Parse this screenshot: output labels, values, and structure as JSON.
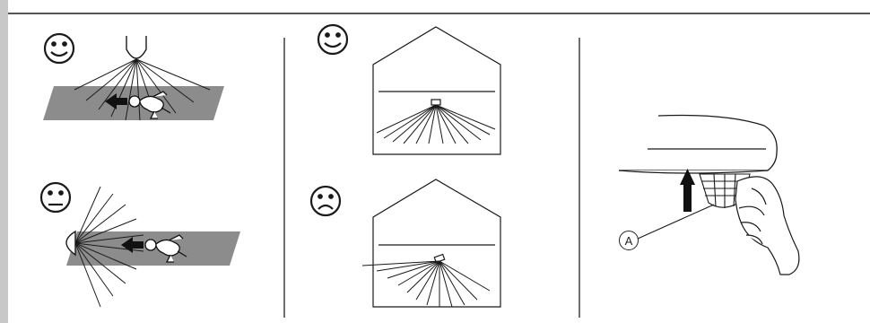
{
  "figure": {
    "panels": [
      {
        "id": "detection-direction",
        "scenes": [
          {
            "rating": "good"
          },
          {
            "rating": "acceptable"
          }
        ]
      },
      {
        "id": "mounting-orientation",
        "scenes": [
          {
            "rating": "good"
          },
          {
            "rating": "bad"
          }
        ]
      },
      {
        "id": "lens-installation",
        "callout_label": "A"
      }
    ],
    "colors": {
      "walkway": "#8c8c8c",
      "line": "#1a1a1a",
      "divider": "#6e6e6e",
      "left_bar": "#c8c8c8"
    }
  }
}
